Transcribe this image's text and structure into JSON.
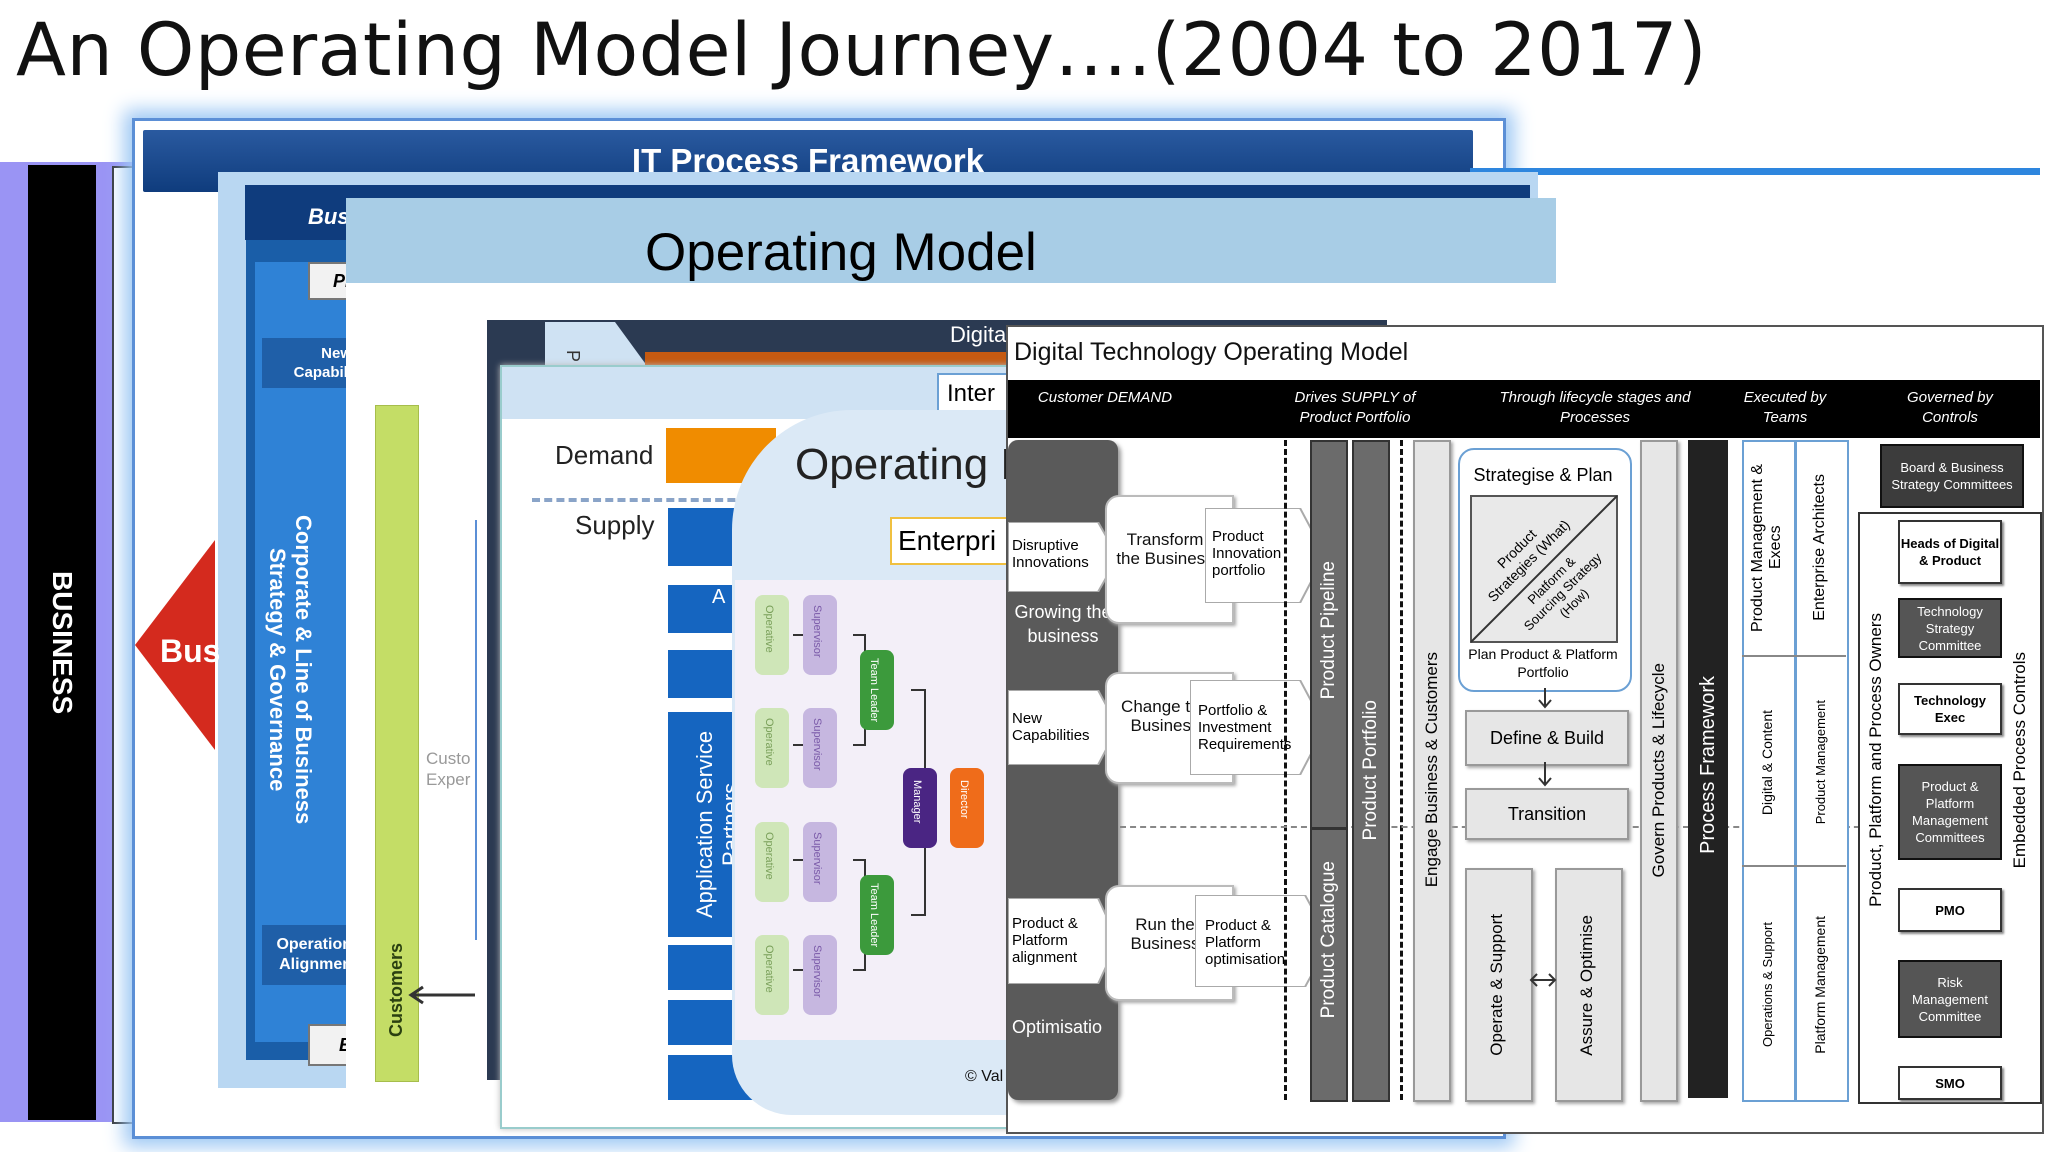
{
  "slide_title": "An Operating Model Journey….(2004 to 2017)",
  "layer_business": {
    "label": "BUSINESS",
    "arrow_text": "Bus"
  },
  "layer_it_framework": {
    "title": "IT Process Framework"
  },
  "layer_corporate": {
    "top_text": "Bus",
    "side_text": "Corporate & Line of Business Strategy & Governance",
    "box_new": "New Capabili",
    "box_operation": "Operation Alignmen",
    "pr_text": "Pr",
    "b_text": "B"
  },
  "layer_operating_model": {
    "title": "Operating Model",
    "customers": "Customers",
    "custo_text": "Custo Exper"
  },
  "layer_digital": {
    "title_fragment": "Digita",
    "p_fragment": "P"
  },
  "layer_demand_supply": {
    "inter": "Inter",
    "demand": "Demand",
    "supply": "Supply",
    "a_fragment": "A",
    "asp": "Application Service Partners"
  },
  "layer_org": {
    "title": "Operating M",
    "enterprise": "Enterpri",
    "copyright": "© Val",
    "roles": {
      "operative": "Operative",
      "supervisor": "Supervisor",
      "team_leader": "Team Leader",
      "manager": "Manager",
      "director": "Director"
    }
  },
  "dtom": {
    "title": "Digital Technology Operating Model",
    "headers": [
      "Customer DEMAND",
      "Drives SUPPLY of Product Portfolio",
      "Through lifecycle stages and Processes",
      "Executed by Teams",
      "Governed by Controls"
    ],
    "left_labels": {
      "growing": "Growing the business",
      "optimisation": "Optimisatio"
    },
    "demand_inputs": {
      "disruptive": "Disruptive Innovations",
      "new_caps": "New Capabilities",
      "ppa": "Product & Platform alignment"
    },
    "nodes": {
      "transform": "Transform the Business",
      "change": "Change the Business",
      "run": "Run the Business"
    },
    "outputs": {
      "pip": "Product Innovation portfolio",
      "pir": "Portfolio & Investment Requirements",
      "ppo": "Product & Platform optimisation"
    },
    "portfolio_bars": {
      "pipeline": "Product Pipeline",
      "catalogue": "Product Catalogue",
      "portfolio": "Product Portfolio"
    },
    "lifecycle": {
      "engage": "Engage Business & Customers",
      "strategise": "Strategise & Plan",
      "what": "Product Strategies (What)",
      "how": "Platform & Sourcing Strategy (How)",
      "plan": "Plan Product & Platform Portfolio",
      "define": "Define & Build",
      "transition": "Transition",
      "operate": "Operate & Support",
      "assure": "Assure & Optimise",
      "govern": "Govern Products & Lifecycle"
    },
    "teams": {
      "process_framework": "Process Framework",
      "pme": "Product Management & Execs",
      "ea": "Enterprise Architects",
      "digital_content": "Digital & Content",
      "product_mgmt": "Product Management",
      "ops_support": "Operations & Support",
      "platform_mgmt": "Platform Management"
    },
    "controls": {
      "owners": "Product, Platform and Process Owners",
      "embedded": "Embedded Process Controls",
      "items": [
        "Board & Business Strategy Committees",
        "Heads of Digital & Product",
        "Technology Strategy Committee",
        "Technology Exec",
        "Product & Platform Management Committees",
        "PMO",
        "Risk Management Committee",
        "SMO"
      ]
    }
  }
}
